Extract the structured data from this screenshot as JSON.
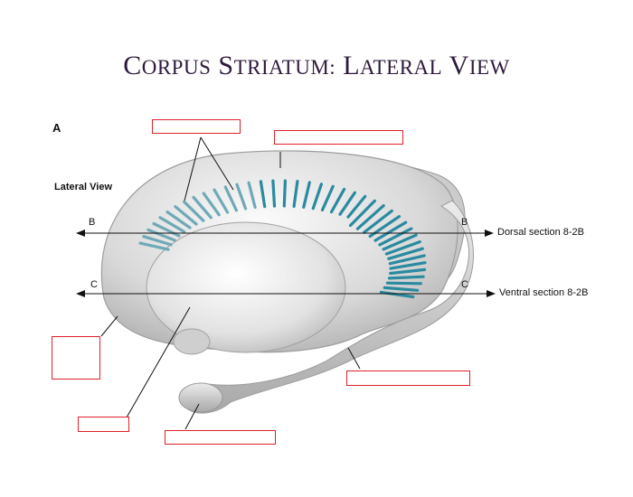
{
  "title": {
    "c": "C",
    "orpus": "ORPUS",
    "s": "S",
    "triatum": "TRIATUM:",
    "l": "L",
    "ateral": "ATERAL",
    "v": "V",
    "iew": "IEW"
  },
  "panel_letter": "A",
  "view_label": "Lateral View",
  "sections": {
    "dorsal_left_letter": "B",
    "dorsal_right_letter": "B",
    "dorsal_caption": "Dorsal section 8-2B",
    "ventral_left_letter": "C",
    "ventral_right_letter": "C",
    "ventral_caption": "Ventral section 8-2B"
  },
  "colors": {
    "title": "#2e1a3c",
    "blank_box_border": "#e0202a",
    "bridges": "#2a8aa0",
    "body_shading": "#b8b8b8"
  },
  "blank_label_count_note": ""
}
